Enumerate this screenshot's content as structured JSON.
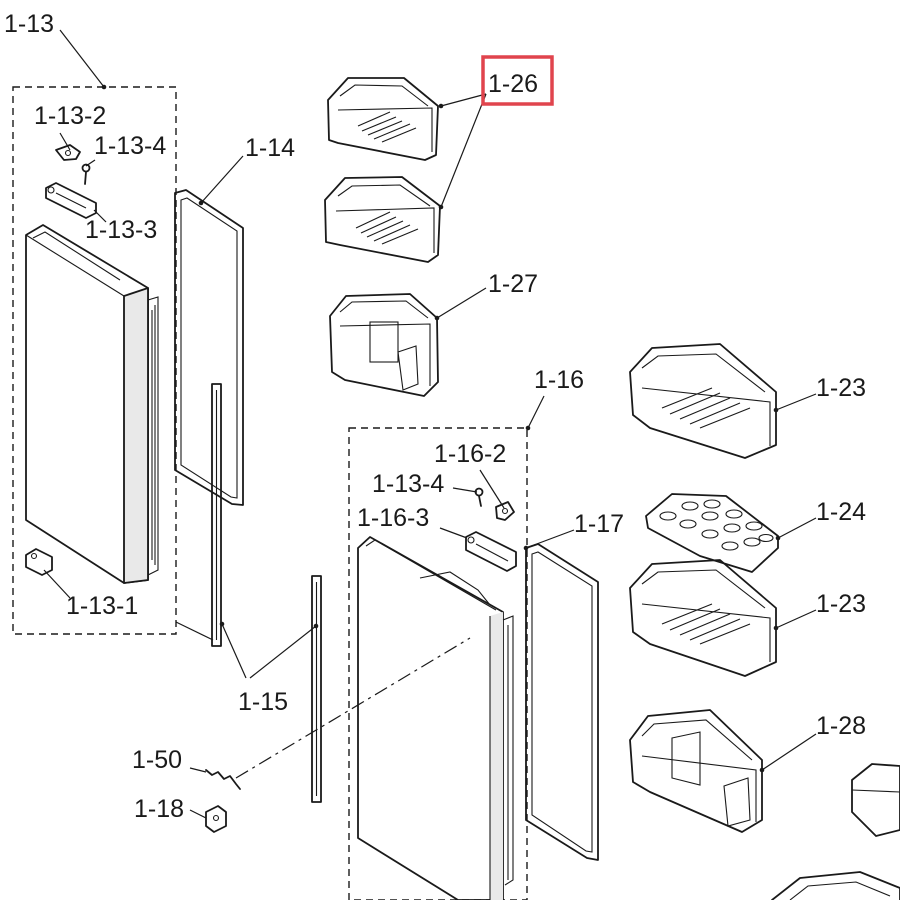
{
  "colors": {
    "line": "#1a1a1a",
    "highlight": "#e0444d",
    "background": "#ffffff"
  },
  "labels": {
    "p1_13": "1-13",
    "p1_13_2": "1-13-2",
    "p1_13_4_top": "1-13-4",
    "p1_13_3": "1-13-3",
    "p1_13_1": "1-13-1",
    "p1_14": "1-14",
    "p1_15": "1-15",
    "p1_16": "1-16",
    "p1_16_2": "1-16-2",
    "p1_13_4_mid": "1-13-4",
    "p1_16_3": "1-16-3",
    "p1_17": "1-17",
    "p1_18": "1-18",
    "p1_23_top": "1-23",
    "p1_23_bottom": "1-23",
    "p1_24": "1-24",
    "p1_26": "1-26",
    "p1_27": "1-27",
    "p1_28": "1-28",
    "p1_50": "1-50"
  }
}
